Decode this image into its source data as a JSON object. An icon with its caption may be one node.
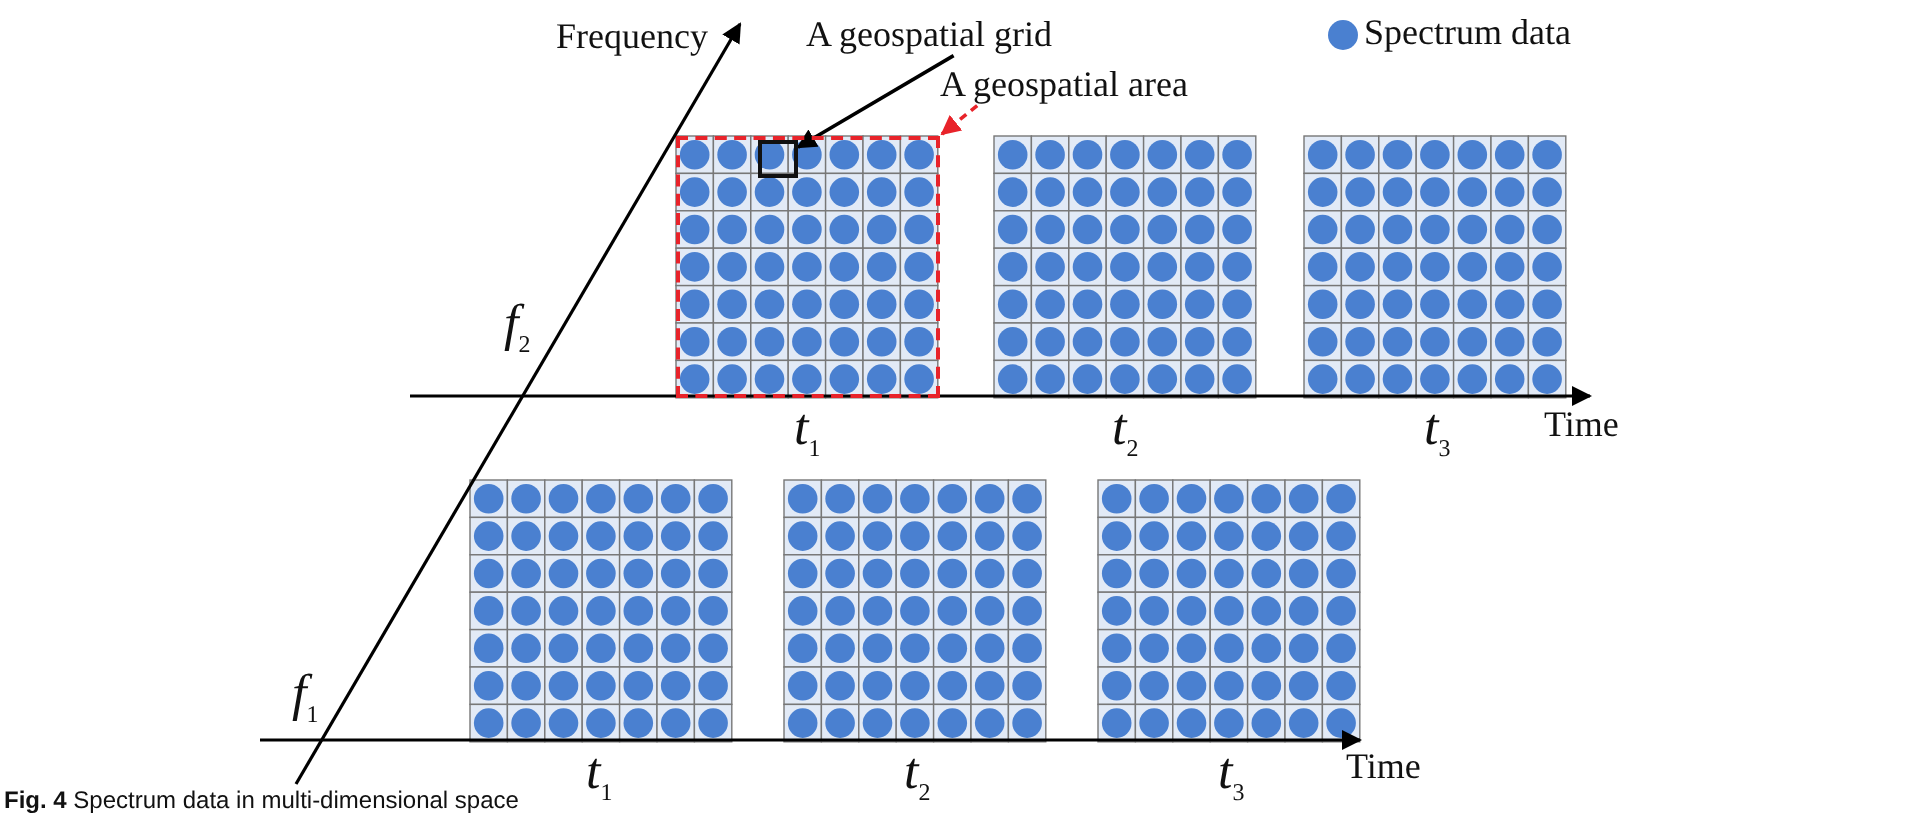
{
  "diagram": {
    "caption": "**Fig. 4** Spectrum data in multi-dimensional space",
    "nodes": [
      {
        "text": [
          "A geospatial grid"
        ]
      },
      {
        "text": [
          "A geospatial area"
        ]
      },
      {
        "text": [],
        "shape": "box"
      },
      {
        "text": [],
        "shape": "box",
        "in": 2
      }
    ],
    "edges": [
      {
        "from": 0,
        "to": 3,
        "arrow": "to"
      },
      {
        "from": 1,
        "to": 2,
        "arrow": "to",
        "style": "dashed",
        "color": "#e8232a"
      }
    ],
    "labels": [
      "Frequency",
      "f$_{2}$",
      "t$_{1}$",
      "t$_{2}$",
      "t$_{3}$",
      "Time",
      "f$_{1}$",
      "t$_{1}$",
      "t$_{2}$",
      "t$_{3}$",
      "Time"
    ],
    "legend": [
      {
        "text": "Spectrum data",
        "color": "#4a80d0"
      }
    ]
  }
}
